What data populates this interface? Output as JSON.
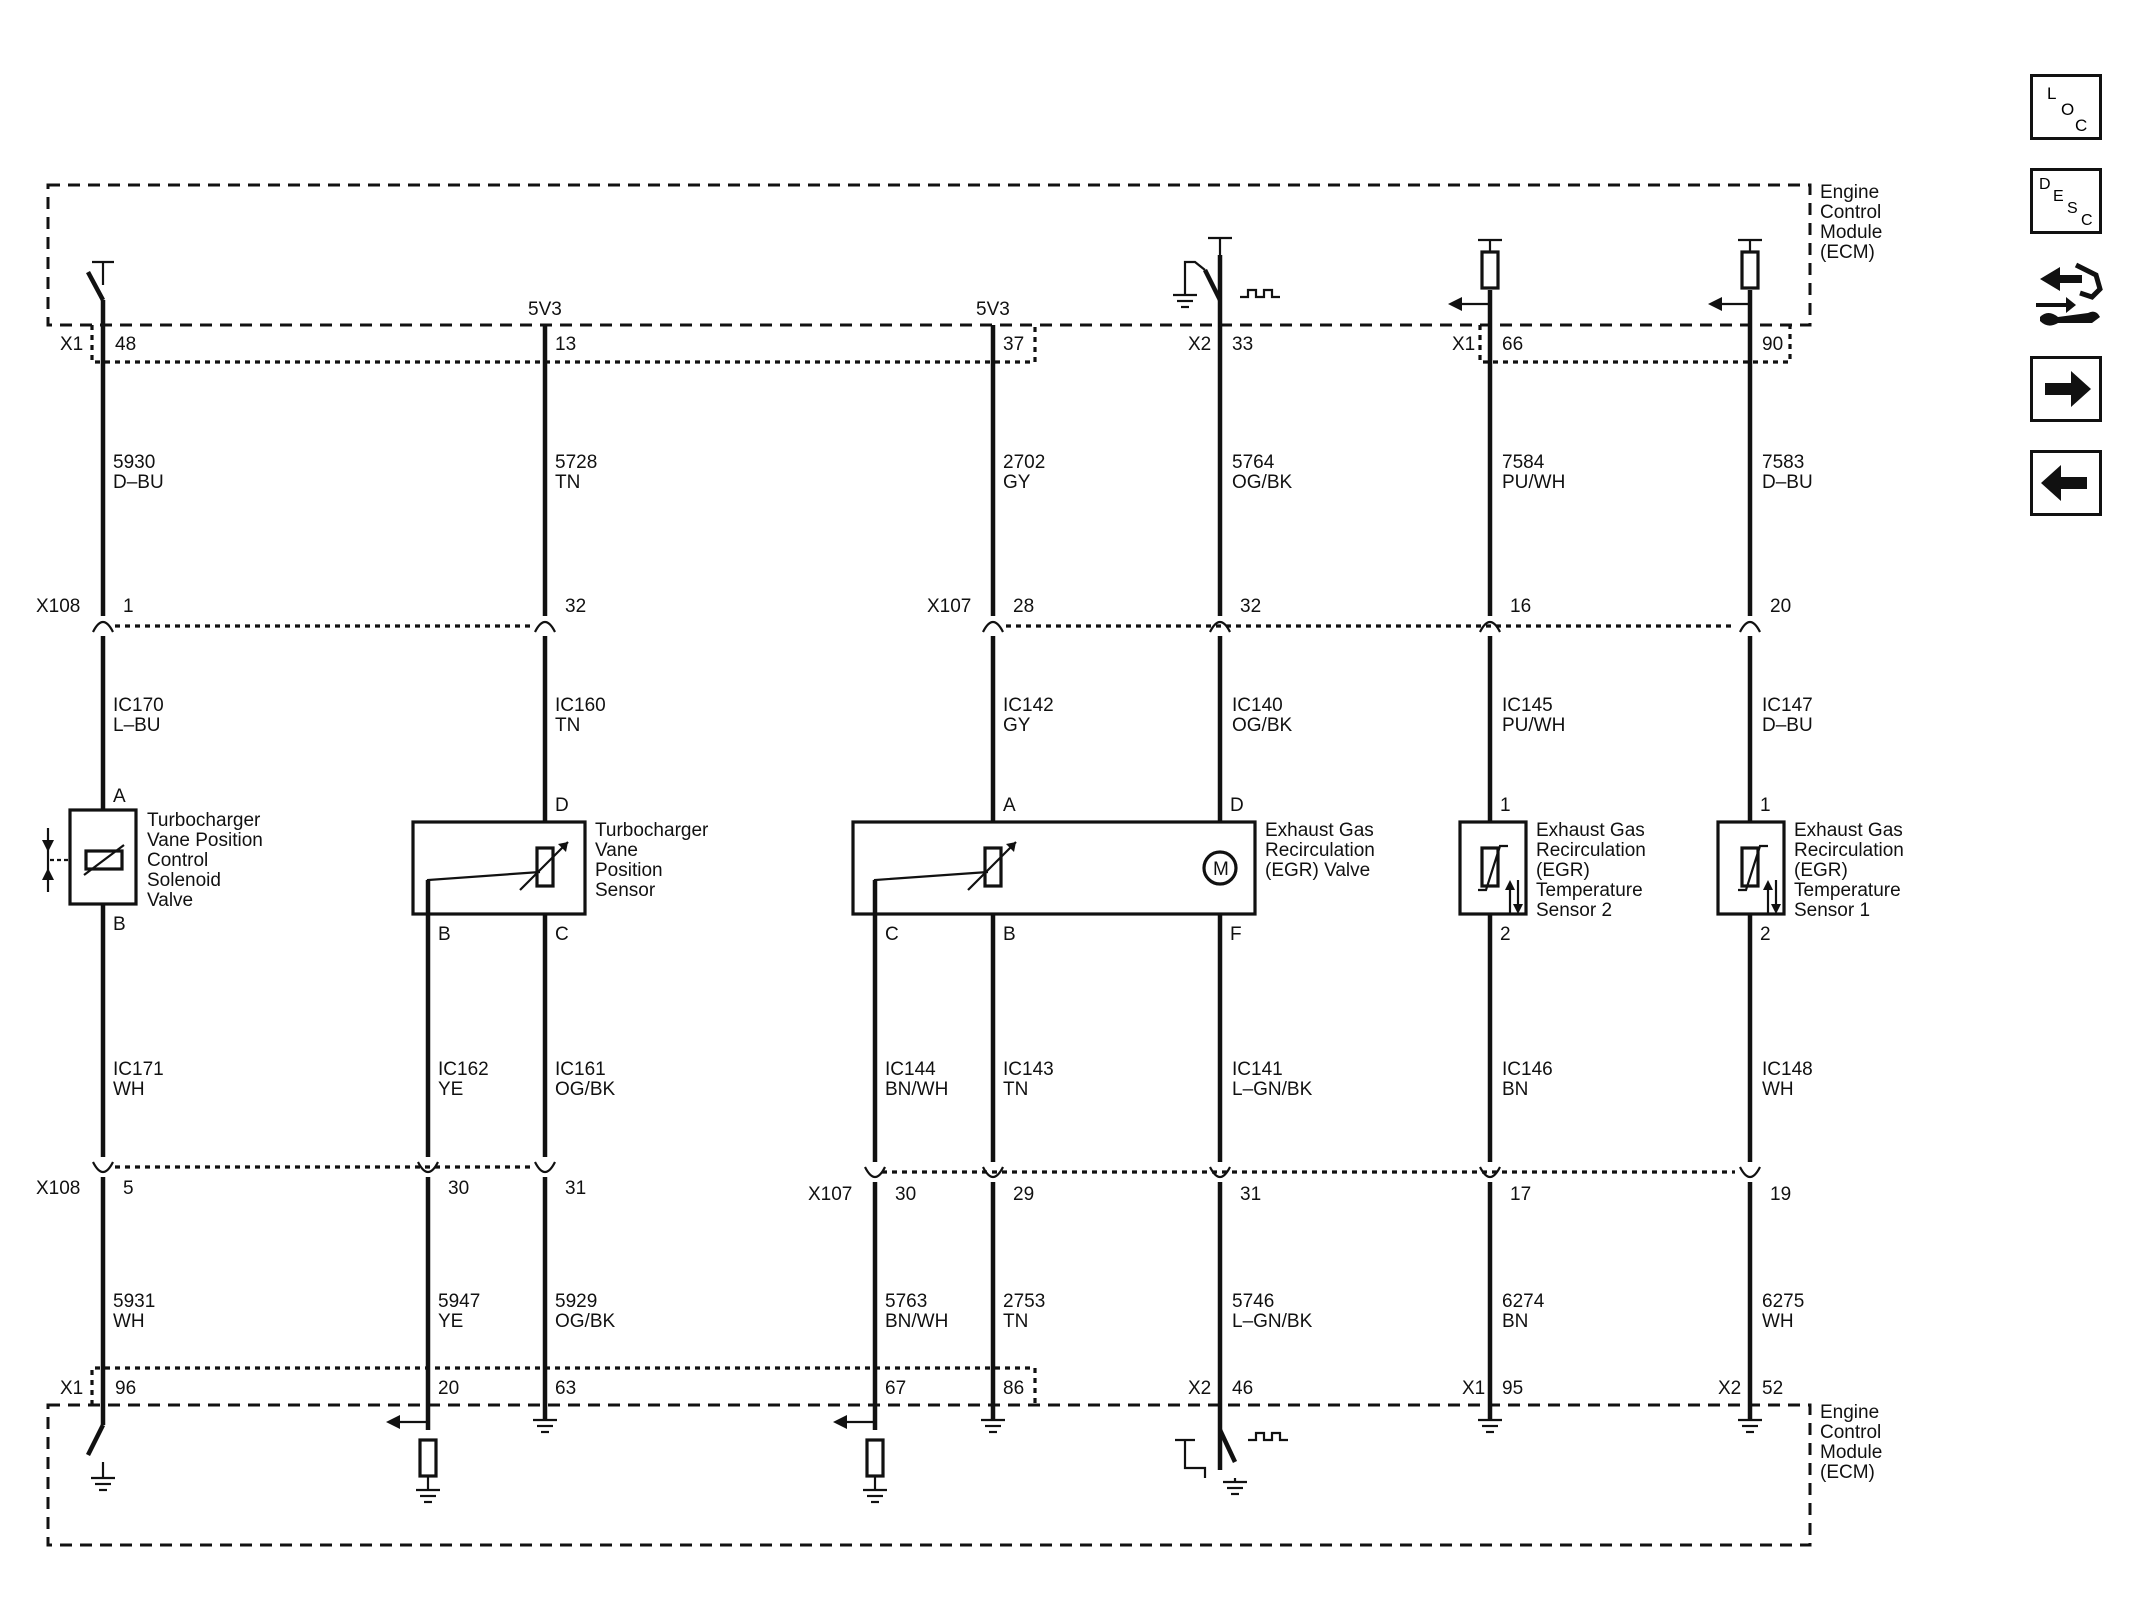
{
  "ecm_label": [
    "Engine",
    "Control",
    "Module",
    "(ECM)"
  ],
  "nav": {
    "loc": [
      "L",
      "O",
      "C"
    ],
    "desc": [
      "D",
      "E",
      "S",
      "C"
    ],
    "icons": [
      "loc-icon",
      "desc-icon",
      "connector-wrench-icon",
      "arrow-right-icon",
      "arrow-left-icon"
    ]
  },
  "top_connectors": [
    {
      "name": "X1",
      "pin": "48"
    },
    {
      "name": "",
      "pin": "13",
      "supply": "5V3"
    },
    {
      "name": "",
      "pin": "37",
      "supply": "5V3"
    },
    {
      "name": "X2",
      "pin": "33"
    },
    {
      "name": "X1",
      "pin": "66"
    },
    {
      "name": "",
      "pin": "90"
    }
  ],
  "top_wires": [
    {
      "circuit": "5930",
      "color": "D–BU"
    },
    {
      "circuit": "5728",
      "color": "TN"
    },
    {
      "circuit": "2702",
      "color": "GY"
    },
    {
      "circuit": "5764",
      "color": "OG/BK"
    },
    {
      "circuit": "7584",
      "color": "PU/WH"
    },
    {
      "circuit": "7583",
      "color": "D–BU"
    }
  ],
  "inline_upper": [
    {
      "name": "X108",
      "pin": "1"
    },
    {
      "name": "",
      "pin": "32"
    },
    {
      "name": "X107",
      "pin": "28"
    },
    {
      "name": "",
      "pin": "32"
    },
    {
      "name": "",
      "pin": "16"
    },
    {
      "name": "",
      "pin": "20"
    }
  ],
  "mid_wires": [
    {
      "circuit": "IC170",
      "color": "L–BU"
    },
    {
      "circuit": "IC160",
      "color": "TN"
    },
    {
      "circuit": "IC142",
      "color": "GY"
    },
    {
      "circuit": "IC140",
      "color": "OG/BK"
    },
    {
      "circuit": "IC145",
      "color": "PU/WH"
    },
    {
      "circuit": "IC147",
      "color": "D–BU"
    }
  ],
  "components": [
    {
      "label": [
        "Turbocharger",
        "Vane Position",
        "Control",
        "Solenoid",
        "Valve"
      ],
      "pins_top": [
        "A"
      ],
      "pins_bottom": [
        "B"
      ]
    },
    {
      "label": [
        "Turbocharger",
        "Vane",
        "Position",
        "Sensor"
      ],
      "pins_top": [
        "D"
      ],
      "pins_bottom": [
        "B",
        "C"
      ]
    },
    {
      "label": [
        "Exhaust Gas",
        "Recirculation",
        "(EGR) Valve"
      ],
      "pins_top": [
        "A",
        "D"
      ],
      "pins_bottom": [
        "C",
        "B",
        "F"
      ]
    },
    {
      "label": [
        "Exhaust Gas",
        "Recirculation",
        "(EGR)",
        "Temperature",
        "Sensor 2"
      ],
      "pins_top": [
        "1"
      ],
      "pins_bottom": [
        "2"
      ]
    },
    {
      "label": [
        "Exhaust Gas",
        "Recirculation",
        "(EGR)",
        "Temperature",
        "Sensor 1"
      ],
      "pins_top": [
        "1"
      ],
      "pins_bottom": [
        "2"
      ]
    }
  ],
  "low_wires": [
    {
      "circuit": "IC171",
      "color": "WH"
    },
    {
      "circuit": "IC162",
      "color": "YE"
    },
    {
      "circuit": "IC161",
      "color": "OG/BK"
    },
    {
      "circuit": "IC144",
      "color": "BN/WH"
    },
    {
      "circuit": "IC143",
      "color": "TN"
    },
    {
      "circuit": "IC141",
      "color": "L–GN/BK"
    },
    {
      "circuit": "IC146",
      "color": "BN"
    },
    {
      "circuit": "IC148",
      "color": "WH"
    }
  ],
  "inline_lower": [
    {
      "name": "X108",
      "pin": "5"
    },
    {
      "name": "",
      "pin": "30"
    },
    {
      "name": "",
      "pin": "31"
    },
    {
      "name": "X107",
      "pin": "30"
    },
    {
      "name": "",
      "pin": "29"
    },
    {
      "name": "",
      "pin": "31"
    },
    {
      "name": "",
      "pin": "17"
    },
    {
      "name": "",
      "pin": "19"
    }
  ],
  "bottom_wires": [
    {
      "circuit": "5931",
      "color": "WH"
    },
    {
      "circuit": "5947",
      "color": "YE"
    },
    {
      "circuit": "5929",
      "color": "OG/BK"
    },
    {
      "circuit": "5763",
      "color": "BN/WH"
    },
    {
      "circuit": "2753",
      "color": "TN"
    },
    {
      "circuit": "5746",
      "color": "L–GN/BK"
    },
    {
      "circuit": "6274",
      "color": "BN"
    },
    {
      "circuit": "6275",
      "color": "WH"
    }
  ],
  "bottom_connectors": [
    {
      "name": "X1",
      "pin": "96"
    },
    {
      "name": "",
      "pin": "20"
    },
    {
      "name": "",
      "pin": "63"
    },
    {
      "name": "",
      "pin": "67"
    },
    {
      "name": "",
      "pin": "86"
    },
    {
      "name": "X2",
      "pin": "46"
    },
    {
      "name": "X1",
      "pin": "95"
    },
    {
      "name": "X2",
      "pin": "52"
    }
  ]
}
